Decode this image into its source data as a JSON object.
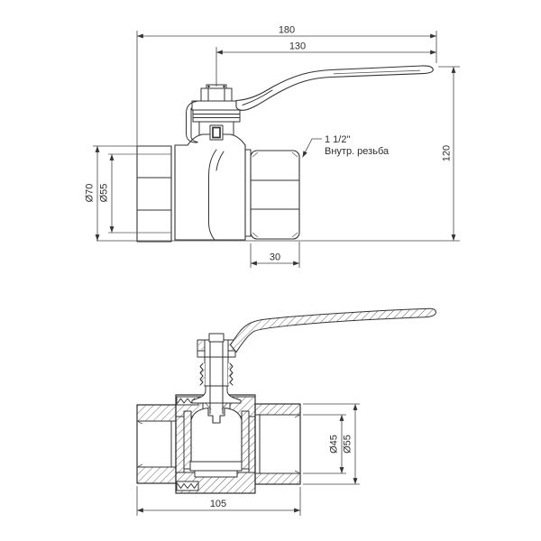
{
  "page": {
    "background": "#ffffff",
    "line_color": "#333333",
    "text_color": "#2d2d2d"
  },
  "side_view": {
    "dimensions": {
      "overall_length": "180",
      "handle_length": "130",
      "overall_height": "120",
      "union_nut_outer_diameter": "Ø70",
      "union_nut_thread_diameter": "Ø55",
      "port_thread_length": "30"
    },
    "callout": {
      "line1": "1 1/2\"",
      "line2": "Внутр. резьба"
    }
  },
  "section_view": {
    "dimensions": {
      "body_length": "105",
      "bore_diameter": "Ø45",
      "port_outer_diameter": "Ø55"
    }
  }
}
